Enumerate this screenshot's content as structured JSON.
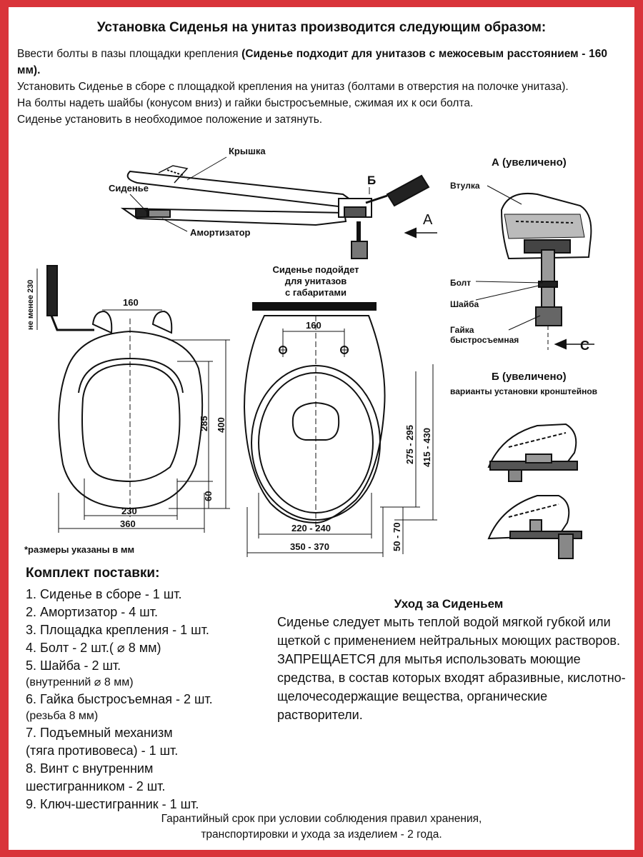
{
  "title": "Установка Сиденья на унитаз производится следующим образом:",
  "intro": {
    "line1_plain": "Ввести болты в пазы площадки крепления ",
    "line1_bold": "(Сиденье подходит для унитазов с межосевым расстоянием - 160 мм).",
    "line2": "Установить Сиденье в сборе с площадкой крепления на унитаз (болтами в отверстия на полочке унитаза).",
    "line3": "На болты надеть шайбы (конусом вниз) и гайки быстросъемные, сжимая их к оси болта.",
    "line4": "Сиденье установить в необходимое положение и затянуть."
  },
  "side_view": {
    "label_lid": "Крышка",
    "label_seat": "Сиденье",
    "label_damper": "Амортизатор",
    "label_b": "Б",
    "label_a": "А"
  },
  "detail_a": {
    "title": "А (увеличено)",
    "bushing": "Втулка",
    "bolt": "Болт",
    "washer": "Шайба",
    "nut_line1": "Гайка",
    "nut_line2": "быстросъемная",
    "c": "С"
  },
  "detail_b": {
    "title": "Б (увеличено)",
    "subtitle": "варианты установки кронштейнов"
  },
  "seat_dims": {
    "height_min": "не менее 230",
    "hole_spacing": "160",
    "inner_length": "285",
    "outer_length": "400",
    "rear_offset": "60",
    "inner_width": "230",
    "outer_width": "360"
  },
  "bowl_dims": {
    "caption_line1": "Сиденье подойдет",
    "caption_line2": "для унитазов",
    "caption_line3": "с габаритами",
    "hole_spacing": "160",
    "inner_length": "275 - 295",
    "outer_length": "415 - 430",
    "rear_offset": "50 - 70",
    "inner_width": "220 - 240",
    "outer_width": "350 - 370"
  },
  "units_note": "*размеры указаны в мм",
  "kit": {
    "title": "Комплект поставки:",
    "item1": "1. Сиденье в сборе - 1 шт.",
    "item2": "2. Амортизатор - 4 шт.",
    "item3": "3. Площадка крепления - 1 шт.",
    "item4": "4. Болт - 2 шт.( ⌀ 8 мм)",
    "item5": "5. Шайба - 2 шт.",
    "item5_sub": "(внутренний ⌀ 8 мм)",
    "item6": "6. Гайка быстросъемная - 2 шт.",
    "item6_sub": "(резьба 8 мм)",
    "item7a": "7. Подъемный механизм",
    "item7b": "(тяга противовеса) - 1 шт.",
    "item8a": "8. Винт с внутренним",
    "item8b": "шестигранником - 2 шт.",
    "item9": "9. Ключ-шестигранник - 1 шт."
  },
  "care": {
    "title": "Уход за Сиденьем",
    "text": "Сиденье следует мыть теплой водой мягкой губкой или щеткой с применением нейтральных моющих растворов. ЗАПРЕЩАЕТСЯ для мытья использовать моющие средства, в состав которых входят абразивные, кислотно-щелочесодержащие вещества, органические растворители."
  },
  "footer": {
    "line1": "Гарантийный срок при условии соблюдения правил хранения,",
    "line2": "транспортировки и ухода за изделием - 2 года."
  }
}
